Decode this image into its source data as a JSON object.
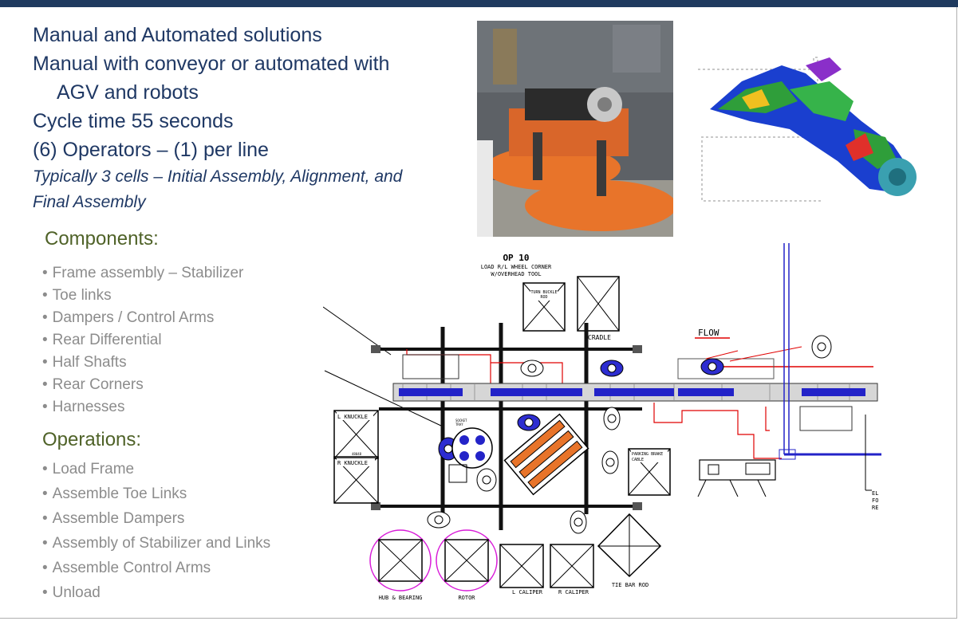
{
  "slide": {
    "lines": [
      "Manual and Automated solutions",
      "Manual with conveyor or automated with",
      "AGV and robots",
      "Cycle time 55 seconds",
      "(6) Operators – (1) per line"
    ],
    "italic_lines": [
      "Typically 3 cells – Initial Assembly, Alignment, and",
      "Final Assembly"
    ]
  },
  "components": {
    "heading": "Components:",
    "items": [
      "Frame assembly – Stabilizer",
      "Toe links",
      "Dampers / Control Arms",
      "Rear Differential",
      "Half Shafts",
      "Rear Corners",
      "Harnesses"
    ]
  },
  "operations": {
    "heading": "Operations:",
    "items": [
      "Load Frame",
      "Assemble Toe Links",
      "Assemble Dampers",
      "Assembly of Stabilizer and Links",
      "Assemble Control Arms",
      "Unload"
    ]
  },
  "layout_labels": {
    "op": "OP 10",
    "op_desc1": "LOAD R/L WHEEL CORNER",
    "op_desc2": "W/OVERHEAD TOOL",
    "turnbuckle1": "TURN BUCKLE",
    "turnbuckle2": "ROD",
    "cradle": "CRADLE",
    "flow": "FLOW",
    "l_knuckle": "L KNUCKLE",
    "r_knuckle": "R KNUCKLE",
    "parking1": "PARKING BRAKE",
    "parking2": "CABLE",
    "hub": "HUB & BEARING",
    "rotor": "ROTOR",
    "l_caliper": "L CALIPER",
    "r_caliper": "R CALIPER",
    "tie_bar": "TIE BAR ROD",
    "side1": "EL",
    "side2": "FO",
    "side3": "RE",
    "socket1": "SOCKET",
    "socket2": "TRAY",
    "box_code": "48048"
  },
  "colors": {
    "title_blue": "#1f3864",
    "heading_green": "#4f6228",
    "bullet_gray": "#8c8c8c",
    "top_bar": "#1f3a5f",
    "agv_orange": "#e8742a",
    "cad_red": "#e00000",
    "cad_blue": "#2323c8",
    "bin_magenta": "#d81bd8"
  }
}
